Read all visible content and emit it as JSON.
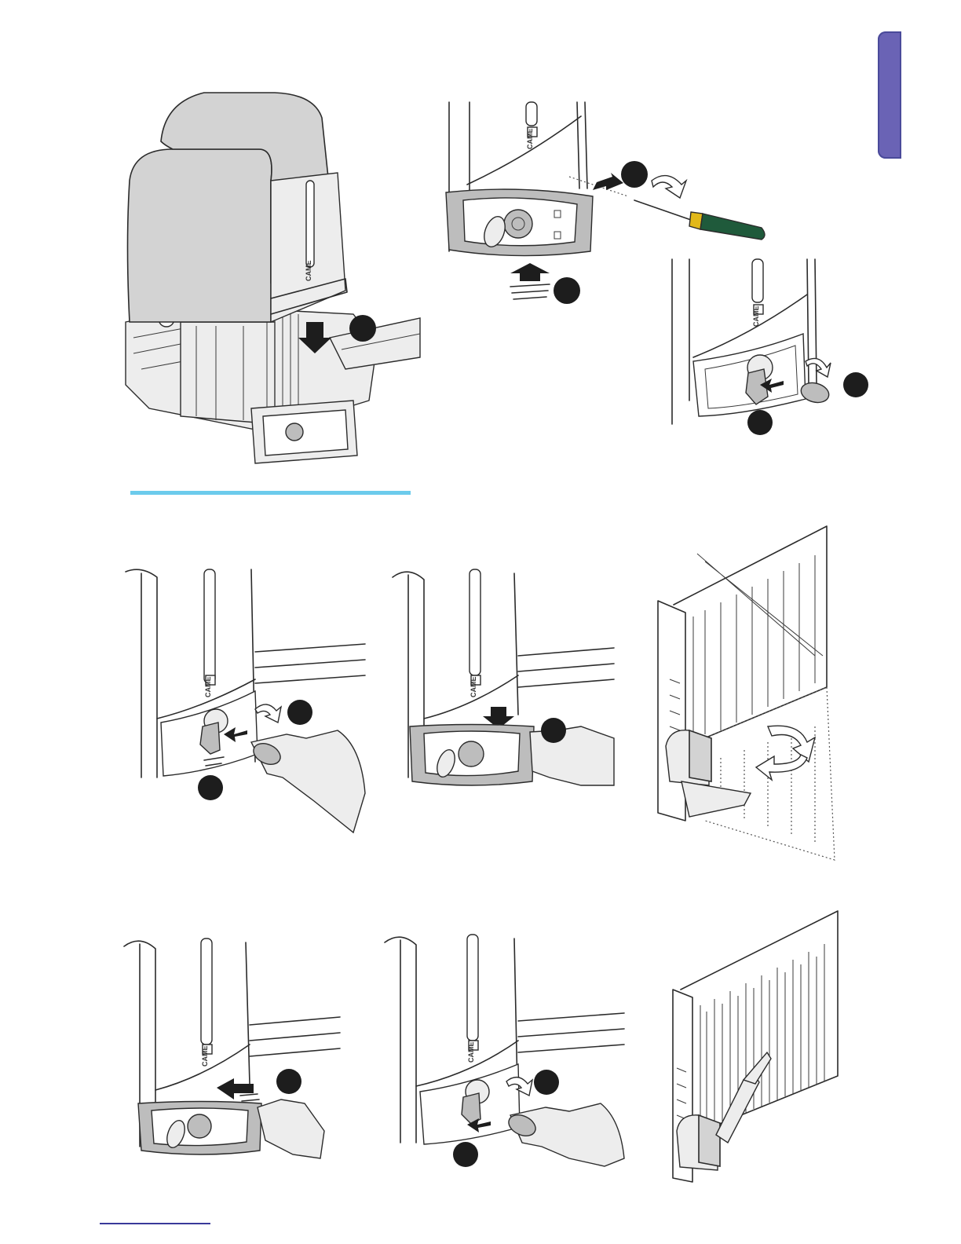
{
  "page": {
    "accent_color": "#6a63b5",
    "rule_color": "#6ccbec",
    "footer_rule_color": "#3a3a9a"
  },
  "labels": {
    "brand": "CAME"
  },
  "figures": [
    {
      "id": "cover-open",
      "step_markers": 1
    },
    {
      "id": "cover-screw",
      "step_markers": 2
    },
    {
      "id": "key-insert-top",
      "step_markers": 2
    },
    {
      "id": "key-turn-hand",
      "step_markers": 2
    },
    {
      "id": "cover-pull-hand",
      "step_markers": 1
    },
    {
      "id": "gate-manual-swing",
      "step_markers": 0
    },
    {
      "id": "cover-replace-hand",
      "step_markers": 1
    },
    {
      "id": "key-lock-hand",
      "step_markers": 2
    },
    {
      "id": "gate-closed",
      "step_markers": 0
    }
  ]
}
